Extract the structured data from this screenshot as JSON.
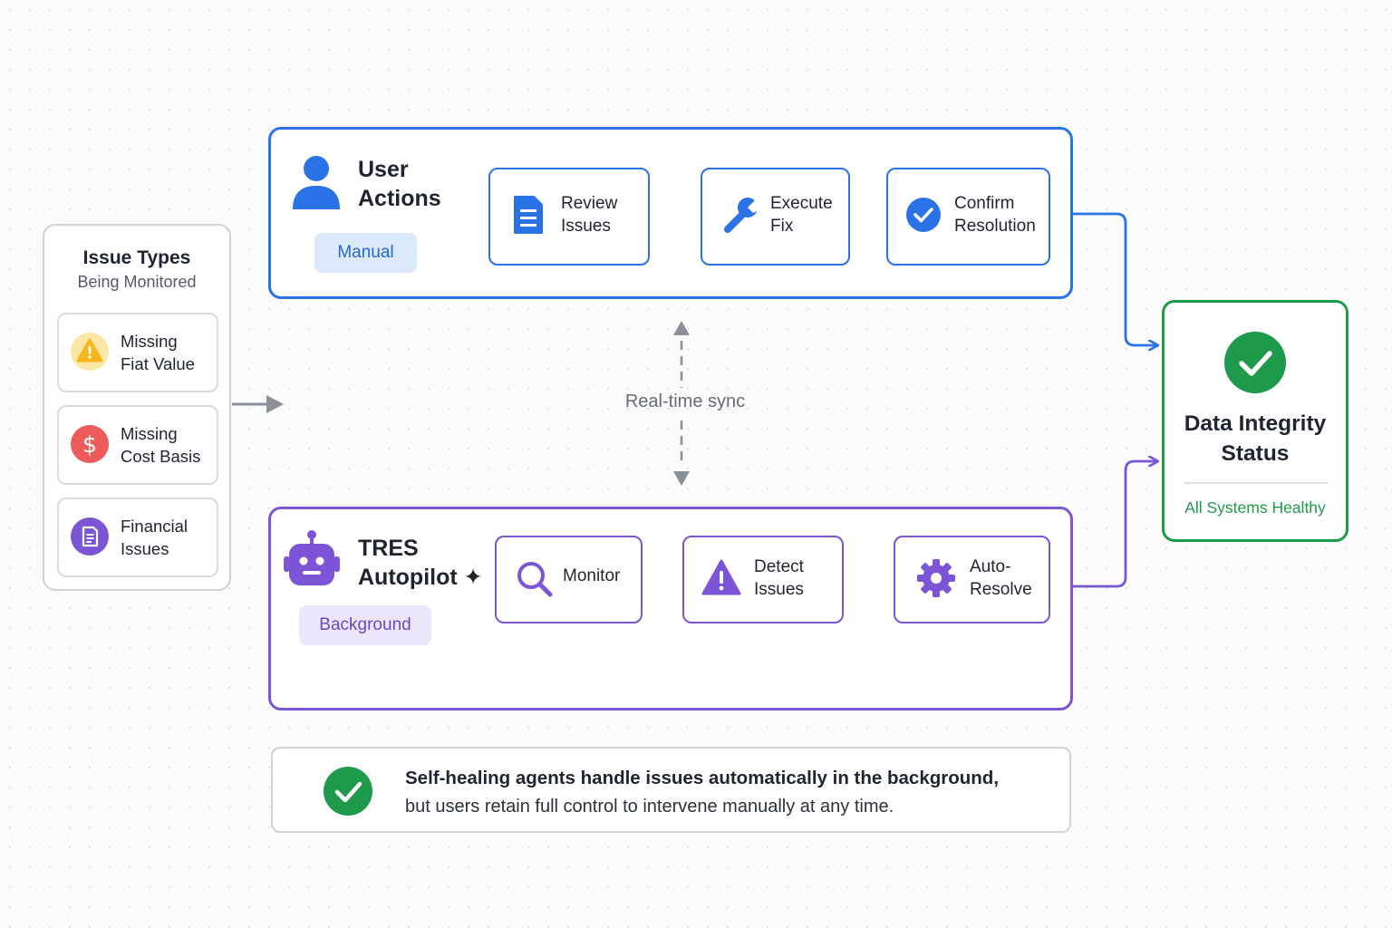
{
  "issue_types": {
    "title": "Issue Types",
    "subtitle": "Being Monitored",
    "items": [
      {
        "label_1": "Missing",
        "label_2": "Fiat Value",
        "icon": "warning-icon",
        "color": "#f7b71a"
      },
      {
        "label_1": "Missing",
        "label_2": "Cost Basis",
        "icon": "dollar-icon",
        "color": "#ee5b5b"
      },
      {
        "label_1": "Financial",
        "label_2": "Issues",
        "icon": "document-icon",
        "color": "#7b55d6"
      }
    ]
  },
  "user_lane": {
    "title_1": "User",
    "title_2": "Actions",
    "tag": "Manual",
    "color": "#2a73e6",
    "steps": [
      {
        "label_1": "Review",
        "label_2": "Issues",
        "icon": "document-icon"
      },
      {
        "label_1": "Execute",
        "label_2": "Fix",
        "icon": "wrench-icon"
      },
      {
        "label_1": "Confirm",
        "label_2": "Resolution",
        "icon": "check-circle-icon"
      }
    ]
  },
  "sync": {
    "label": "Real-time sync"
  },
  "autopilot_lane": {
    "title_1": "TRES",
    "title_2": "Autopilot ✦",
    "tag": "Background",
    "color": "#7b55d6",
    "steps": [
      {
        "label_1": "Monitor",
        "icon": "magnifier-icon"
      },
      {
        "label_1": "Detect",
        "label_2": "Issues",
        "icon": "warning-icon"
      },
      {
        "label_1": "Auto-",
        "label_2": "Resolve",
        "icon": "gear-icon"
      }
    ],
    "loop_icon": "infinity-icon"
  },
  "status": {
    "title_1": "Data Integrity",
    "title_2": "Status",
    "subtitle": "All Systems Healthy",
    "color": "#1e9a4a"
  },
  "note": {
    "bold": "Self-healing agents handle issues automatically in the background,",
    "normal": "but users retain full control to intervene manually at any time."
  }
}
